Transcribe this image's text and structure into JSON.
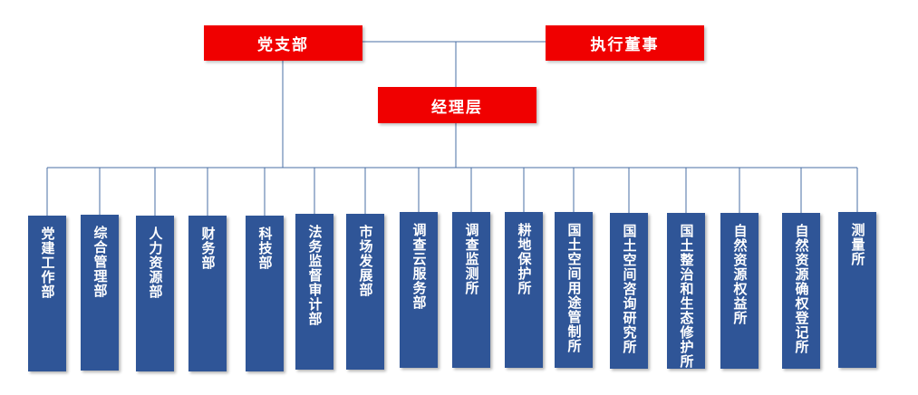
{
  "colors": {
    "top_box": "#f00000",
    "dept_box": "#2f5597",
    "line": "#4a6fa5"
  },
  "top": {
    "party_branch": "党支部",
    "executive_director": "执行董事",
    "management": "经理层"
  },
  "departments": [
    "党建工作部",
    "综合管理部",
    "人力资源部",
    "财务部",
    "科技部",
    "法务监督审计部",
    "市场发展部",
    "调查云服务部",
    "调查监测所",
    "耕地保护所",
    "国土空间用途管制所",
    "国土空间咨询研究所",
    "国土整治和生态修护所",
    "自然资源权益所",
    "自然资源确权登记所",
    "测量所"
  ]
}
